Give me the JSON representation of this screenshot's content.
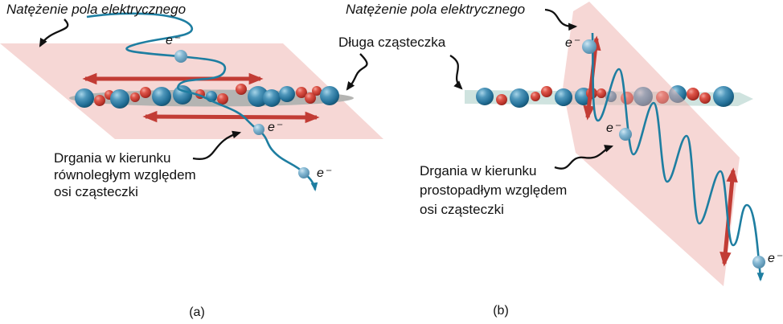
{
  "figure": {
    "panel_a": {
      "field_label": "Natężenie pola elektrycznego",
      "oscillation_lines": [
        "Drgania w kierunku",
        "równoległym względem",
        "osi cząsteczki"
      ],
      "caption": "(a)"
    },
    "panel_b": {
      "field_label": "Natężenie pola elektrycznego",
      "molecule_label": "Długa cząsteczka",
      "oscillation_lines": [
        "Drgania w kierunku",
        "prostopadłym względem",
        "osi cząsteczki"
      ],
      "caption": "(b)"
    },
    "electron_label": "e⁻",
    "colors": {
      "plane_pink": "#edb0ac",
      "arrow_red": "#c23c35",
      "wave_blue": "#1e7ea1",
      "band_gray": "#b4b4b2",
      "band_teal": "#cfe3df",
      "annotation_black": "#111111"
    },
    "molecules": {
      "a": [
        [
          105,
          122,
          12,
          "b"
        ],
        [
          124,
          125,
          7,
          "r"
        ],
        [
          136,
          118,
          6,
          "r"
        ],
        [
          149,
          123,
          12,
          "b"
        ],
        [
          168,
          121,
          6,
          "r"
        ],
        [
          181,
          115,
          7,
          "r"
        ],
        [
          201,
          120,
          12,
          "b"
        ],
        [
          227,
          118,
          12,
          "b"
        ],
        [
          249,
          117,
          6,
          "r"
        ],
        [
          263,
          120,
          7,
          "b"
        ],
        [
          277,
          123,
          7,
          "r"
        ],
        [
          300,
          111,
          7,
          "r"
        ],
        [
          321,
          120,
          13,
          "b"
        ],
        [
          338,
          122,
          11,
          "b"
        ],
        [
          357,
          117,
          10,
          "b"
        ],
        [
          375,
          115,
          7,
          "r"
        ],
        [
          386,
          122,
          7,
          "r"
        ],
        [
          394,
          113,
          6,
          "r"
        ],
        [
          410,
          119,
          12,
          "b"
        ]
      ],
      "b": [
        [
          603,
          120,
          11,
          "b"
        ],
        [
          624,
          124,
          7,
          "r"
        ],
        [
          646,
          122,
          12,
          "b"
        ],
        [
          666,
          120,
          6,
          "r"
        ],
        [
          680,
          114,
          7,
          "r"
        ],
        [
          701,
          121,
          11,
          "b"
        ],
        [
          726,
          120,
          11,
          "b"
        ],
        [
          736,
          116,
          7,
          "r"
        ],
        [
          748,
          116,
          6,
          "r"
        ],
        [
          760,
          120,
          7,
          "b"
        ],
        [
          780,
          122,
          8,
          "r"
        ],
        [
          800,
          120,
          12,
          "b"
        ],
        [
          824,
          121,
          8,
          "r"
        ],
        [
          843,
          117,
          11,
          "b"
        ],
        [
          862,
          117,
          8,
          "r"
        ],
        [
          877,
          122,
          7,
          "r"
        ],
        [
          900,
          120,
          13,
          "b"
        ]
      ],
      "b_front": [
        [
          701,
          121,
          11,
          "b"
        ],
        [
          726,
          120,
          11,
          "b"
        ],
        [
          736,
          116,
          7,
          "r"
        ],
        [
          748,
          116,
          6,
          "r"
        ]
      ]
    },
    "electrons": {
      "a": [
        [
          225,
          70,
          8
        ],
        [
          322,
          161,
          7
        ],
        [
          378,
          215,
          7
        ]
      ],
      "b": [
        [
          733,
          58,
          9
        ],
        [
          778,
          167,
          8
        ],
        [
          944,
          326,
          8
        ]
      ]
    }
  }
}
